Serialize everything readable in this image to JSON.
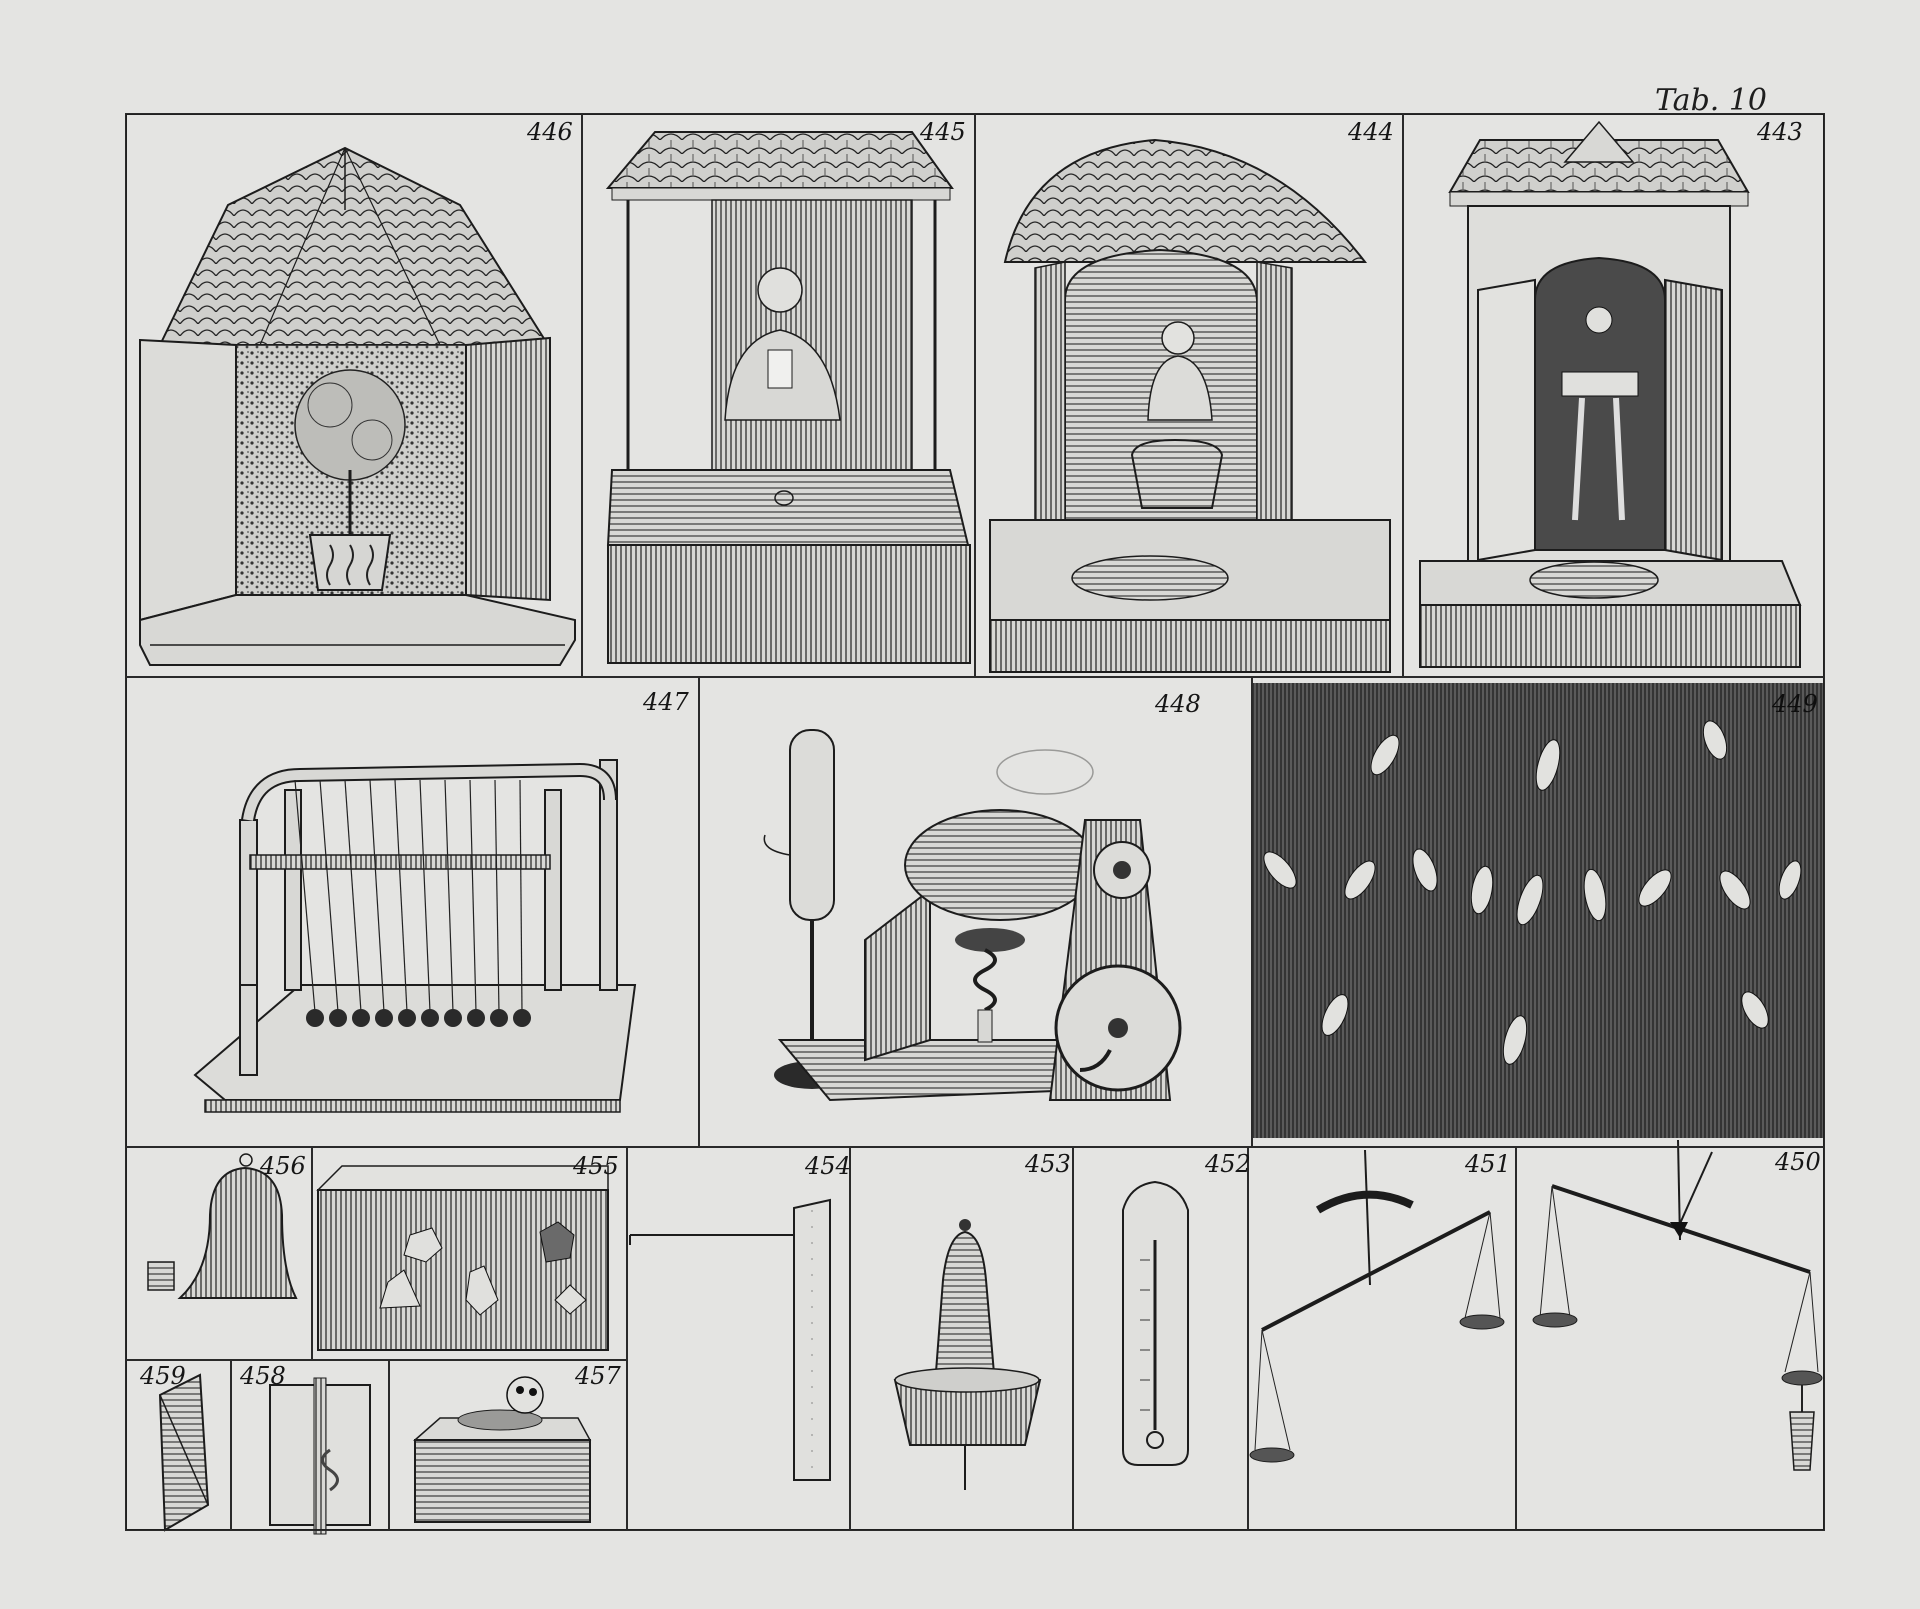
{
  "plate": {
    "tab_label": "Tab. 10"
  },
  "figures": {
    "f446": "446",
    "f445": "445",
    "f444": "444",
    "f443": "443",
    "f447": "447",
    "f448": "448",
    "f449": "449",
    "f456": "456",
    "f455": "455",
    "f454": "454",
    "f453": "453",
    "f452": "452",
    "f451": "451",
    "f450": "450",
    "f459": "459",
    "f458": "458",
    "f457": "457"
  },
  "colors": {
    "paper": "#e4e4e2",
    "ink": "#1c1c1c",
    "dark_panel": "#3a3a3a"
  }
}
